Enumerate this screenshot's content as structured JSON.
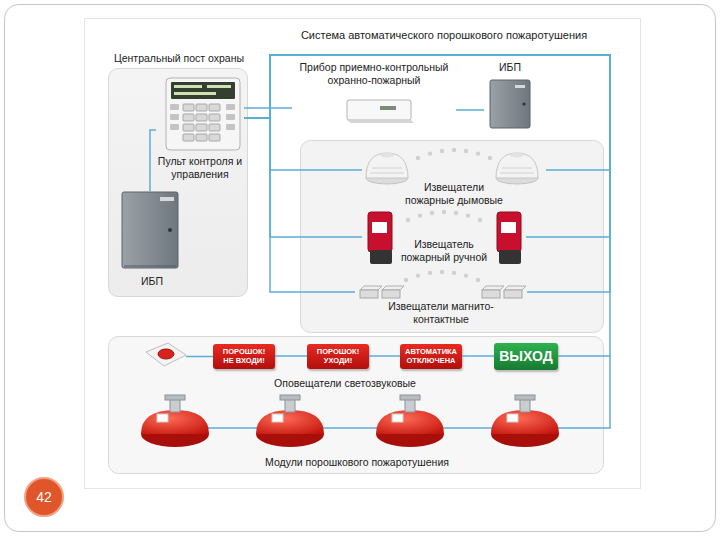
{
  "diagram": {
    "title": "Система автоматического порошкового пожаротушения",
    "nodes": [
      {
        "text": [
          "Центральный пост охраны"
        ]
      },
      {
        "text": [
          "Пульт контроля и управления"
        ],
        "in": 0
      },
      {
        "text": [
          "ИБП"
        ],
        "in": 0
      },
      {
        "text": [
          "Прибор приемно-контрольный охранно-пожарный"
        ]
      },
      {
        "text": [
          "ИБП"
        ]
      },
      {
        "text": [
          "Извещатели пожарные дымовые"
        ]
      },
      {
        "text": [
          "Извещатель пожарный ручной"
        ]
      },
      {
        "text": [
          "Извещатели магнито-контактные"
        ]
      },
      {
        "text": [
          "ПОРОШОК! НЕ ВХОДИ!"
        ]
      },
      {
        "text": [
          "ПОРОШОК! УХОДИ!"
        ]
      },
      {
        "text": [
          "АВТОМАТИКА ОТКЛЮЧЕНА"
        ]
      },
      {
        "text": [
          "ВЫХОД"
        ]
      }
    ],
    "edges": [
      {
        "from": 2,
        "to": 1,
        "arrow": "none"
      },
      {
        "from": 1,
        "to": 3,
        "arrow": "none"
      },
      {
        "from": 3,
        "to": 4,
        "arrow": "none"
      },
      {
        "from": 1,
        "to": 5,
        "arrow": "none"
      },
      {
        "from": 1,
        "to": 6,
        "arrow": "none"
      },
      {
        "from": 1,
        "to": 7,
        "arrow": "none"
      },
      {
        "from": 1,
        "to": 11,
        "arrow": "none"
      },
      {
        "from": 8,
        "to": 9,
        "arrow": "none"
      },
      {
        "from": 9,
        "to": 10,
        "arrow": "none"
      },
      {
        "from": 10,
        "to": 11,
        "arrow": "none"
      }
    ],
    "labels": [
      "Оповещатели светозвуковые",
      "Модули порошкового пожаротушения",
      "42"
    ]
  }
}
